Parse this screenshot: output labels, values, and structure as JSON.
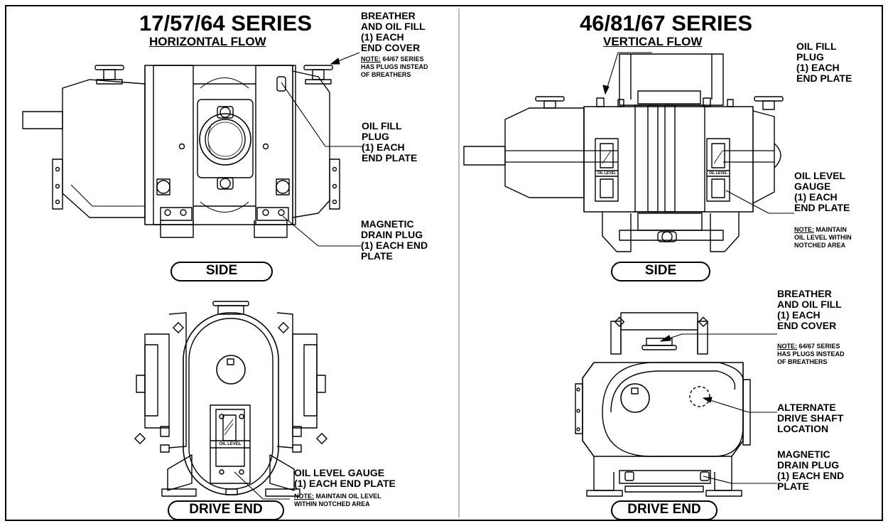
{
  "left": {
    "series_title": "17/57/64 SERIES",
    "flow_title": "HORIZONTAL FLOW",
    "callouts": {
      "breather": [
        "BREATHER",
        "AND OIL FILL",
        "(1) EACH",
        "END COVER"
      ],
      "breather_note_label": "NOTE:",
      "breather_note": [
        "64/67 SERIES",
        "HAS PLUGS INSTEAD",
        "OF BREATHERS"
      ],
      "oil_fill_plug": [
        "OIL FILL",
        "PLUG",
        "(1) EACH",
        "END PLATE"
      ],
      "magnetic_drain": [
        "MAGNETIC",
        "DRAIN PLUG",
        "(1) EACH END",
        "PLATE"
      ],
      "oil_level_gauge": [
        "OIL LEVEL GAUGE",
        "(1) EACH END PLATE"
      ],
      "oil_level_note_label": "NOTE:",
      "oil_level_note": [
        "MAINTAIN OIL LEVEL",
        "WITHIN NOTCHED AREA"
      ]
    },
    "view_side": "SIDE",
    "view_drive_end": "DRIVE END",
    "gauge_label": "OIL LEVEL"
  },
  "right": {
    "series_title": "46/81/67 SERIES",
    "flow_title": "VERTICAL FLOW",
    "callouts": {
      "oil_fill_plug": [
        "OIL FILL",
        "PLUG",
        "(1) EACH",
        "END PLATE"
      ],
      "oil_level_gauge": [
        "OIL LEVEL",
        "GAUGE",
        "(1) EACH",
        "END PLATE"
      ],
      "oil_level_note_label": "NOTE:",
      "oil_level_note": [
        "MAINTAIN",
        "OIL LEVEL WITHIN",
        "NOTCHED AREA"
      ],
      "breather": [
        "BREATHER",
        "AND OIL FILL",
        "(1) EACH",
        "END COVER"
      ],
      "breather_note_label": "NOTE:",
      "breather_note": [
        "64/67 SERIES",
        "HAS PLUGS INSTEAD",
        "OF BREATHERS"
      ],
      "alternate_shaft": [
        "ALTERNATE",
        "DRIVE SHAFT",
        "LOCATION"
      ],
      "magnetic_drain": [
        "MAGNETIC",
        "DRAIN PLUG",
        "(1) EACH END",
        "PLATE"
      ]
    },
    "view_side": "SIDE",
    "view_drive_end": "DRIVE END",
    "gauge_label": "OIL LEVEL"
  }
}
